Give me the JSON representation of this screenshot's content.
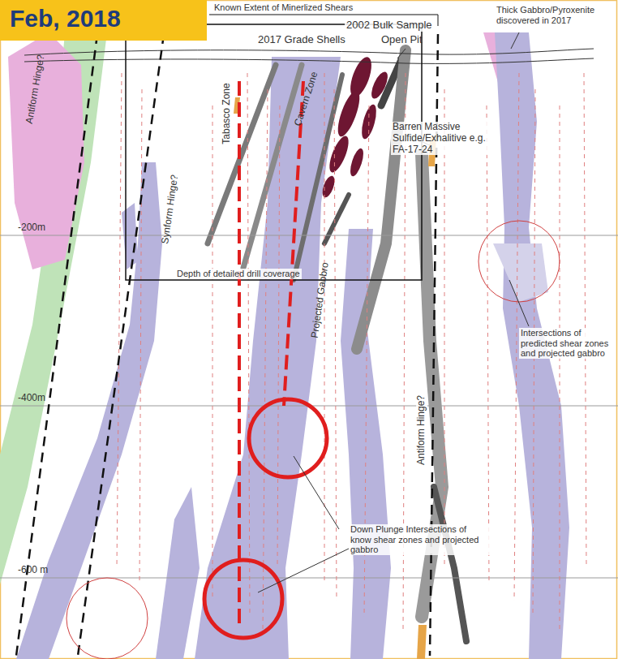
{
  "diagram": {
    "nodes": [
      {
        "text": [
          "Feb, 2018"
        ]
      }
    ],
    "labels": [
      "Known Extent of Minerlized Shears",
      "2002 Bulk Sample",
      "Open Pit",
      "2017 Grade Shells",
      "Thick Gabbro/Pyroxenite discovered in 2017",
      "Tabasco Zone",
      "Cavern Zone",
      "Barren Massive Sulfide/Exhalitive e.g. FA-17-24",
      "Antiform Hinge?",
      "Synform Hinge?",
      "-200m",
      "Depth of detailed drill coverage",
      "Projected Gabbro",
      "Intersections of predicted shear zones and projected gabbro",
      "-400m",
      "Antiform Hinge?",
      "Down Plunge Intersections of know shear zones and projected gabbro",
      "-600 m"
    ]
  }
}
